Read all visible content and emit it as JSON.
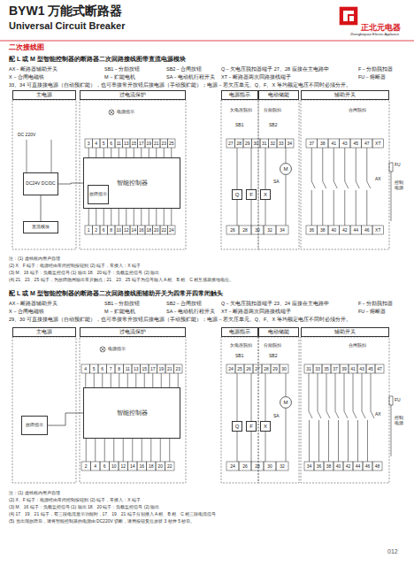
{
  "diagram": {
    "title": "BYW1 万能式断路器",
    "nodes": [
      {
        "text": [
          "主电源"
        ]
      },
      {
        "text": [
          "过电流保护"
        ]
      },
      {
        "text": [
          "电源指示"
        ]
      },
      {
        "text": [
          "电动储能"
        ]
      },
      {
        "text": [
          "辅助开关"
        ]
      },
      {
        "text": [
          "智能控制器"
        ]
      },
      {
        "text": [
          "故障指示"
        ],
        "in": 5
      },
      {
        "text": [
          "DC24V DC/DC"
        ]
      },
      {
        "text": [
          "直流模块"
        ]
      },
      {
        "text": [
          "Q"
        ]
      },
      {
        "text": [
          "F"
        ]
      },
      {
        "text": [
          "X"
        ]
      },
      {
        "text": [
          "M"
        ]
      },
      {
        "text": [
          "主电源"
        ]
      },
      {
        "text": [
          "过电流保护"
        ]
      },
      {
        "text": [
          "电源指示"
        ]
      },
      {
        "text": [
          "电动储能"
        ]
      },
      {
        "text": [
          "辅助开关"
        ]
      },
      {
        "text": [
          "智能控制器"
        ]
      },
      {
        "text": [
          "故障指示"
        ]
      },
      {
        "text": [
          "Q"
        ]
      },
      {
        "text": [
          "F"
        ]
      },
      {
        "text": [
          "X"
        ]
      },
      {
        "text": [
          "M"
        ]
      }
    ],
    "edges": [
      {
        "from": 7,
        "to": 8,
        "arrow": "none"
      },
      {
        "from": 7,
        "to": 5,
        "arrow": "none"
      },
      {
        "from": 19,
        "to": 18,
        "arrow": "none"
      }
    ],
    "labels": [
      "Universal Circuit Breaker",
      "正北元电器",
      "Zhengbeiyuan Electric Appliance",
      "二次接线图",
      "配 L 或 M 型智能控制器的断路器二次回路接线图带直流电源模块",
      "AX－断路器辅助开关",
      "SB1－分励按钮",
      "SB2－合闸按钮",
      "Q－欠电压脱扣器端子 27、28 应接在主电路中",
      "F－分励脱扣器",
      "X－合闸电磁铁",
      "M－贮能电机",
      "SA－电动机行程开关",
      "XT－断路器两次回路接线端子",
      "FU－熔断器",
      "33、34 可直接接电源（自动预贮能），也可串接常开按钮后接电源（手动预贮能）；电源－若欠压单元、Q、F、X 等均额定电压不同时必须分开。",
      "DC 220V",
      "电源指示",
      "欠电压脱扣",
      "分励脱扣",
      "合闸脱扣",
      "SB1",
      "SB2",
      "SA",
      "AX",
      "控制电源",
      "FU",
      "3",
      "4",
      "5",
      "6",
      "11",
      "13",
      "15",
      "17",
      "19",
      "21",
      "23",
      "25",
      "27",
      "28",
      "29",
      "30",
      "31",
      "32",
      "33",
      "34",
      "37",
      "38",
      "41",
      "43",
      "45",
      "47",
      "XT",
      "1",
      "2",
      "6",
      "8",
      "10",
      "12",
      "14",
      "16",
      "18",
      "20",
      "22",
      "24",
      "26",
      "28",
      "30",
      "32",
      "34",
      "36",
      "38",
      "40",
      "42",
      "44",
      "46",
      "XT",
      "注：(1) 虚线框内用户自理",
      "(2) X、F 端子：电源经由常闭控制按钮到 (2) 端子，常接入：X 端子",
      "(3) M、16 端子：负载监控信号 (1) 输出 18、20 端子：负载监控信号 (2) 输出",
      "(4) 21、23、25 端子，为故障跳闸输出常开触点；21、23、25 端子为信号输入 A 相、B 相、C 相互感器接地电位。",
      "配 L 或 M 型智能控制器的断路器二次回路接线图辅助开关为四常开四常闭触头",
      "AX－断路器辅助开关",
      "SB1－分励按钮",
      "SB2－合闸按钮",
      "Q－欠电压脱扣器端子 23、24 应接在主电路中",
      "F－分励脱扣器",
      "X－合闸电磁铁",
      "M－贮能电机",
      "SA－电动机行程开关",
      "XT－断路器两次回路接线端子",
      "FU－熔断器",
      "29、30 可直接接电源（自动预贮能），也可串接常开按钮后接电源（手动预贮能）；电源－若欠压单元、Q、F、X 等均额定电压不同时必须分开。",
      "电源指示",
      "欠电压脱扣",
      "分励脱扣",
      "合闸脱扣",
      "SB1",
      "SB2",
      "SA",
      "AX",
      "控制电源",
      "FU",
      "4",
      "5",
      "6",
      "7",
      "8",
      "11",
      "13",
      "15",
      "17",
      "19",
      "21",
      "23",
      "24",
      "25",
      "26",
      "27",
      "28",
      "29",
      "30",
      "31",
      "33",
      "35",
      "37",
      "39",
      "41",
      "43",
      "45",
      "47",
      "2",
      "4",
      "6",
      "10",
      "12",
      "14",
      "16",
      "18",
      "20",
      "22",
      "24",
      "26",
      "28",
      "30",
      "32",
      "34",
      "36",
      "38",
      "40",
      "42",
      "44",
      "46",
      "48",
      "注：(1) 虚线框内用户自理",
      "(2) X、F 端子：电源经由常闭控制按钮到 (2) 端子，常接入：X 端子",
      "(3) M、16 端子：负载监控信号 (1) 输出 18、20 端子：负载监控信号 (2) 输出",
      "(4) 17、19、21 端子，有三段电流显示功能时，17、19、21 端子分别接入 A 相、B 相、C 相三段电流信号",
      "(5) 当出现故障后，请将智能控制器的电源由 DC220V 切断，请用按钮复位原状 3 秒并 5 秒后。",
      "012"
    ]
  }
}
